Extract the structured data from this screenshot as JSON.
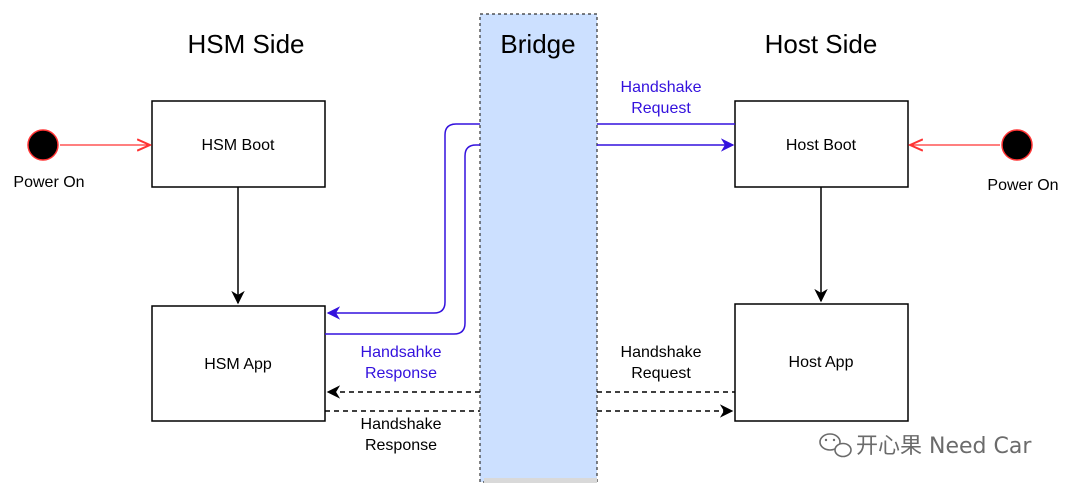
{
  "titles": {
    "hsm_side": "HSM Side",
    "bridge": "Bridge",
    "host_side": "Host Side"
  },
  "boxes": {
    "hsm_boot": "HSM Boot",
    "hsm_app": "HSM App",
    "host_boot": "Host Boot",
    "host_app": "Host App"
  },
  "power": {
    "left": "Power On",
    "right": "Power On"
  },
  "labels": {
    "blue_request_line1": "Handshake",
    "blue_request_line2": "Request",
    "blue_response_line1": "Handsahke",
    "blue_response_line2": "Response",
    "dashed_request_line1": "Handshake",
    "dashed_request_line2": "Request",
    "dashed_response_line1": "Handshake",
    "dashed_response_line2": "Response"
  },
  "watermark": "开心果 Need Car",
  "colors": {
    "bridge_fill": "#cce0ff",
    "blue_arrow": "#3311dd",
    "power_arrow": "#ff3333",
    "box_stroke": "#000000"
  }
}
